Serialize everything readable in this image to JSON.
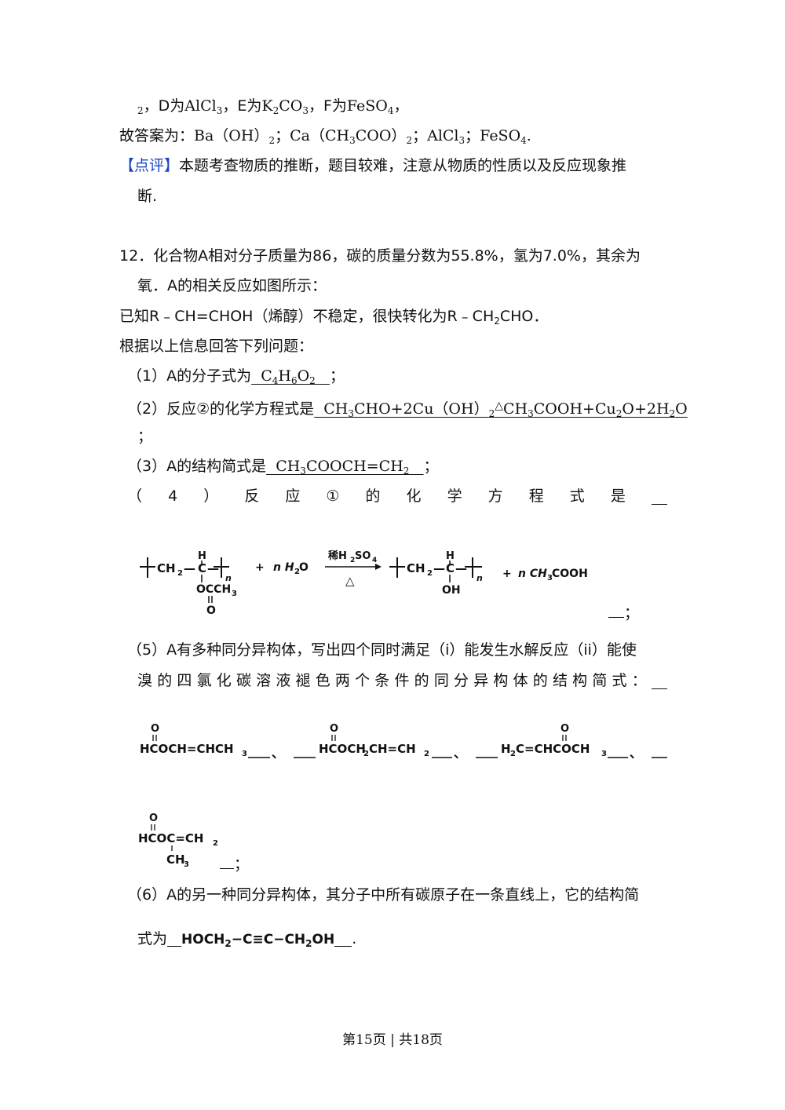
{
  "prev": {
    "line1_a": "，D为",
    "line1_b": "AlCl",
    "line1_c": "，E为",
    "line1_d": "K",
    "line1_e": "CO",
    "line1_f": "，F为",
    "line1_g": "FeSO",
    "line1_h": "，",
    "sub2": "2",
    "sub3": "3",
    "sub4": "4",
    "line2_a": "故答案为：",
    "line2_b": "Ba（OH）",
    "line2_c": "；",
    "line2_d": "Ca（CH",
    "line2_e": "COO）",
    "line2_f": "；",
    "line2_g": "AlCl",
    "line2_h": "；",
    "line2_i": "FeSO",
    "line2_j": ".",
    "comment_tag": "【点评】",
    "comment_text": "本题考查物质的推断，题目较难，注意从物质的性质以及反应现象推",
    "comment_text2": "断."
  },
  "q12": {
    "stem1": "12．化合物A相对分子质量为86，碳的质量分数为55.8%，氢为7.0%，其余为",
    "stem2": "氧．A的相关反应如图所示：",
    "known": "已知R﹣CH=CHOH（烯醇）不稳定，很快转化为R﹣CH",
    "known_b": "CHO．",
    "sub2": "2",
    "intro": "根据以上信息回答下列问题：",
    "p1_a": "（1）A的分子式为",
    "p1_ans_a": "C",
    "p1_ans_b": "H",
    "p1_ans_c": "O",
    "p1_s4": "4",
    "p1_s6": "6",
    "p1_s2": "2",
    "p1_end": "；",
    "p2_a": "（2）反应②的化学方程式是",
    "p2_ans_a": "CH",
    "p2_ans_b": "CHO+2Cu（OH）",
    "p2_cond": "△",
    "p2_ans_c": "CH",
    "p2_ans_d": "COOH+Cu",
    "p2_ans_e": "O+2H",
    "p2_ans_f": "O",
    "p2_s3": "3",
    "p2_s2": "2",
    "p2_end": "；",
    "p3_a": "（3）A的结构简式是",
    "p3_ans_a": "CH",
    "p3_ans_b": "COOCH=CH",
    "p3_s3": "3",
    "p3_s2": "2",
    "p3_end": "；",
    "p4_chars": [
      "（",
      "4",
      "）",
      "反",
      "应",
      "①",
      "的",
      "化",
      "学",
      "方",
      "程",
      "式",
      "是"
    ],
    "p4_end": "；",
    "p5_a": "（5）A有多种同分异构体，写出四个同时满足（i）能发生水解反应（ii）能使",
    "p5_chars": [
      "溴",
      "的",
      "四",
      "氯",
      "化",
      "碳",
      "溶",
      "液",
      "褪",
      "色",
      "两",
      "个",
      "条",
      "件",
      "的",
      "同",
      "分",
      "异",
      "构",
      "体",
      "的",
      "结",
      "构",
      "简",
      "式",
      "："
    ],
    "p5_sep": "、",
    "p5_end": "；",
    "p6_a": "（6）A的另一种同分异构体，其分子中所有碳原子在一条直线上，它的结构简",
    "p6_b": "式为",
    "p6_end": "."
  },
  "eq4": {
    "bracket_l": "[",
    "ch2": "CH",
    "dash": "—",
    "c": "C",
    "h": "H",
    "n": "n",
    "o_side": "OCCH",
    "o": "O",
    "plus1": "+",
    "water": "n H",
    "water_o": "O",
    "cond_top": "稀H",
    "cond_so": "SO",
    "cond_bot": "△",
    "oh": "OH",
    "plus2": "+",
    "acid": "n CH",
    "acid_b": "COOH",
    "s2": "2",
    "s3": "3",
    "s4": "4"
  },
  "isomers": {
    "i1": "HCOCH=CHCH",
    "i2_a": "HCOCH",
    "i2_b": "CH=CH",
    "i3_a": "H",
    "i3_b": "C=CHCOCH",
    "i4_a": "HCOC=CH",
    "i4_b": "CH",
    "o": "O",
    "s2": "2",
    "s3": "3"
  },
  "p6_formula": {
    "a": "HOCH",
    "b": "−C≡C−CH",
    "c": "OH",
    "s2": "2"
  },
  "footer": "第15页 | 共18页"
}
